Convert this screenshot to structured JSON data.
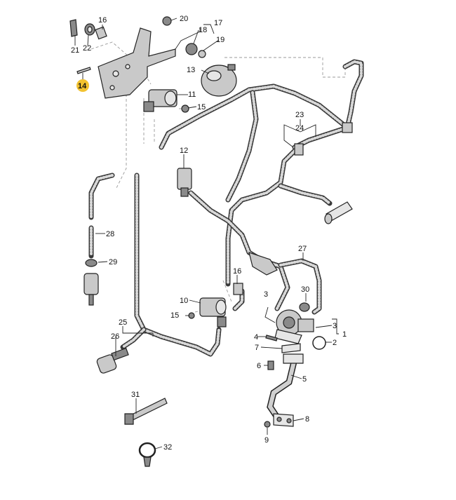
{
  "callouts": {
    "c1": "1",
    "c2": "2",
    "c3a": "3",
    "c3b": "3",
    "c4": "4",
    "c5": "5",
    "c6": "6",
    "c7": "7",
    "c8": "8",
    "c9": "9",
    "c10": "10",
    "c11": "11",
    "c12": "12",
    "c13": "13",
    "c14": "14",
    "c15a": "15",
    "c15b": "15",
    "c16a": "16",
    "c16b": "16",
    "c17": "17",
    "c18": "18",
    "c19": "19",
    "c20": "20",
    "c21": "21",
    "c22": "22",
    "c23": "23",
    "c24": "24",
    "c25": "25",
    "c26": "26",
    "c27": "27",
    "c28": "28",
    "c29": "29",
    "c30": "30",
    "c31": "31",
    "c32": "32"
  },
  "highlight": {
    "part": "14",
    "color": "#f2c230"
  }
}
